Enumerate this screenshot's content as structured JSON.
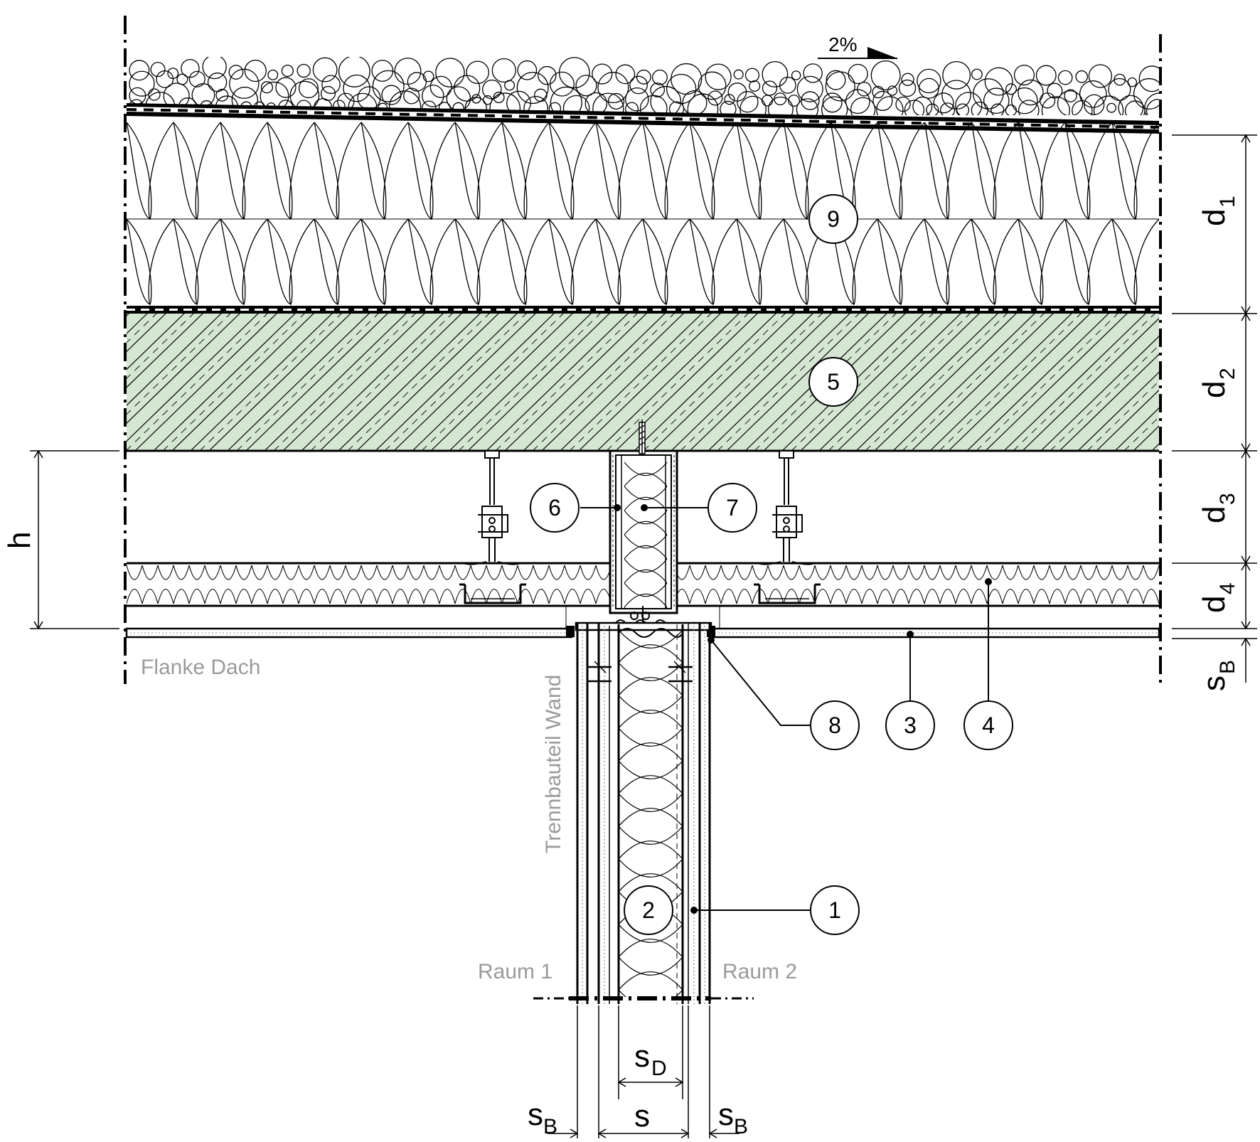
{
  "slope": {
    "label": "2%"
  },
  "callouts": {
    "c1": "1",
    "c2": "2",
    "c3": "3",
    "c4": "4",
    "c5": "5",
    "c6": "6",
    "c7": "7",
    "c8": "8",
    "c9": "9"
  },
  "dimensions": {
    "d1": {
      "main": "d",
      "sub": "1"
    },
    "d2": {
      "main": "d",
      "sub": "2"
    },
    "d3": {
      "main": "d",
      "sub": "3"
    },
    "d4": {
      "main": "d",
      "sub": "4"
    },
    "sB_right": {
      "main": "s",
      "sub": "B"
    },
    "h": {
      "main": "h"
    },
    "sD": {
      "main": "s",
      "sub": "D"
    },
    "s": {
      "main": "s"
    },
    "sB_left": {
      "main": "s",
      "sub": "B"
    },
    "sB_bottom_right": {
      "main": "s",
      "sub": "B"
    }
  },
  "labels": {
    "flanke_dach": "Flanke Dach",
    "trennbauteil_wand": "Trennbauteil Wand",
    "raum1": "Raum 1",
    "raum2": "Raum 2"
  },
  "colors": {
    "concrete_fill": "#d5e6d3",
    "line": "#000000",
    "grey_text": "#9a9a9a"
  }
}
